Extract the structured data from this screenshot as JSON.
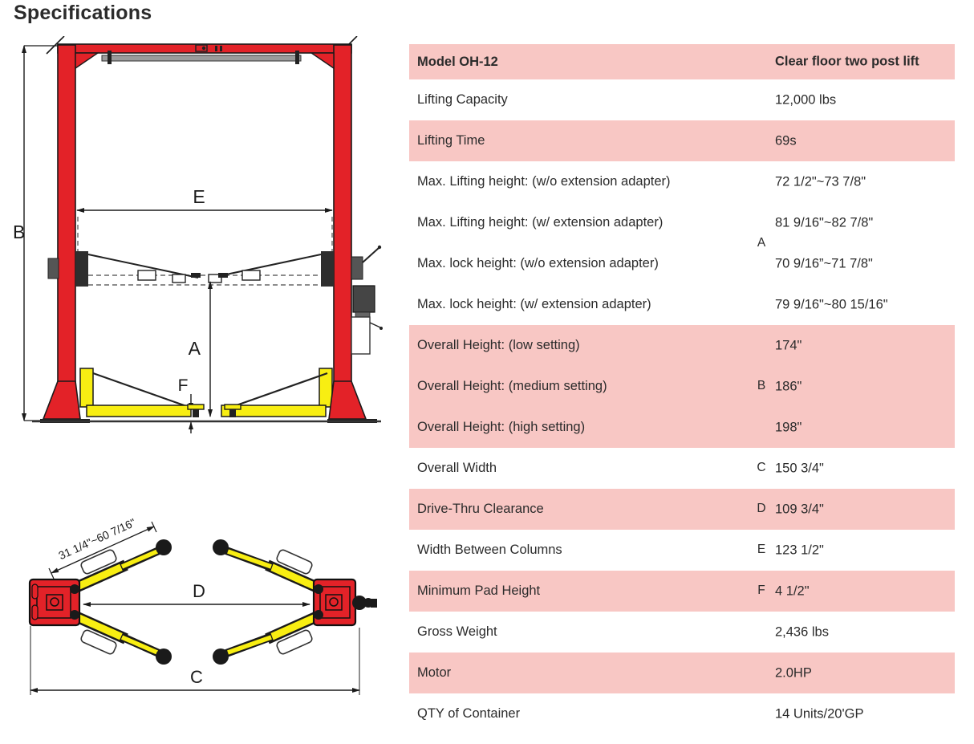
{
  "page": {
    "title": "Specifications"
  },
  "table": {
    "header": {
      "model": "Model OH-12",
      "type": "Clear floor two post lift"
    },
    "rows": [
      {
        "label": "Lifting Capacity",
        "value": "12,000 lbs"
      },
      {
        "label": "Lifting Time",
        "value": "69s"
      },
      {
        "label": "Max. Lifting height: (w/o extension adapter)",
        "value": "72 1/2\"~73 7/8\""
      },
      {
        "label": "Max. Lifting height: (w/ extension adapter)",
        "value": "81 9/16\"~82 7/8\""
      },
      {
        "label": "Max. lock height: (w/o extension adapter)",
        "value": "70 9/16”~71 7/8\""
      },
      {
        "label": "Max. lock height: (w/ extension adapter)",
        "value": "79 9/16\"~80 15/16\""
      },
      {
        "label": "Overall Height: (low setting)",
        "value": "174\""
      },
      {
        "label": "Overall Height: (medium setting)",
        "value": "186\""
      },
      {
        "label": "Overall Height: (high setting)",
        "value": "198\""
      },
      {
        "label": "Overall Width",
        "value": "150 3/4\""
      },
      {
        "label": "Drive-Thru Clearance",
        "value": "109 3/4\""
      },
      {
        "label": "Width Between Columns",
        "value": "123 1/2\""
      },
      {
        "label": "Minimum Pad Height",
        "value": "4 1/2\""
      },
      {
        "label": "Gross Weight",
        "value": "2,436 lbs"
      },
      {
        "label": "Motor",
        "value": "2.0HP"
      },
      {
        "label": "QTY of Container",
        "value": "14 Units/20'GP"
      }
    ],
    "dim_letters": [
      {
        "letter": "A"
      },
      {
        "letter": "B"
      },
      {
        "letter": "C"
      },
      {
        "letter": "D"
      },
      {
        "letter": "E"
      },
      {
        "letter": "F"
      }
    ]
  },
  "diagram": {
    "front_view": {
      "overall_height_label": "B",
      "width_between_columns_label": "E",
      "lifting_height_label": "A",
      "min_pad_height_label": "F"
    },
    "top_view": {
      "drive_thru_label": "D",
      "overall_width_label": "C",
      "arm_reach_range": "31 1/4\"~60 7/16\""
    },
    "colors": {
      "red": "#e32228",
      "yellow": "#f8ee12",
      "gray_bar": "#9b9b9b",
      "table_pink": "#f8c7c4"
    }
  }
}
